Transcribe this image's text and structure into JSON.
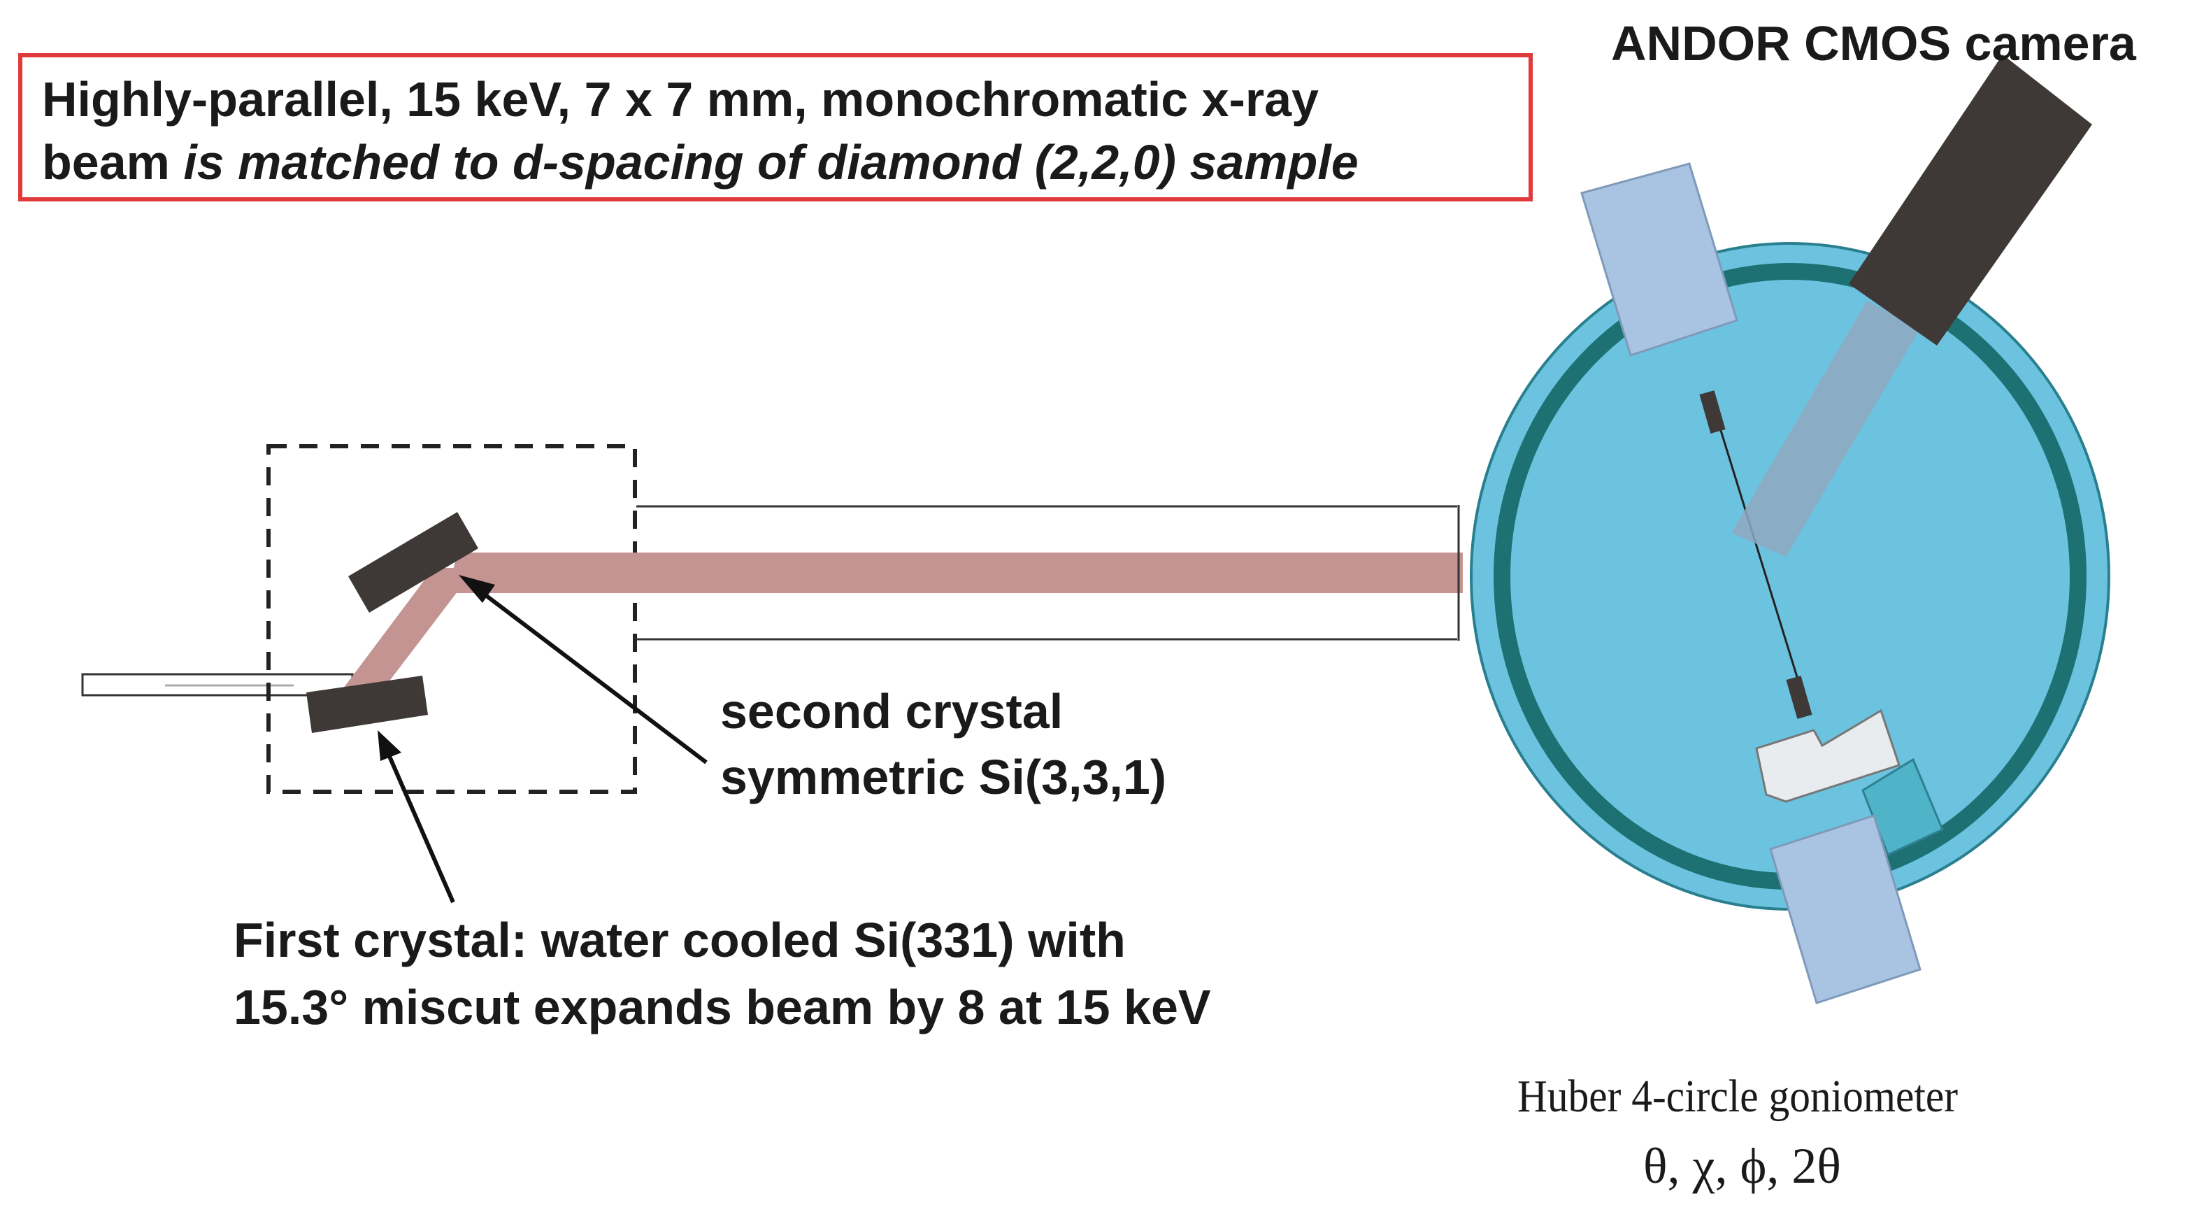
{
  "title": {
    "line1": "Highly-parallel, 15 keV, 7 x 7 mm, monochromatic x-ray",
    "line2_prefix": "beam ",
    "line2_italic": "is matched to d-spacing of diamond (2,2,0) sample"
  },
  "camera_label": "ANDOR CMOS camera",
  "second_crystal": {
    "line1": "second crystal",
    "line2": "symmetric Si(3,3,1)"
  },
  "first_crystal": {
    "line1": "First crystal: water cooled  Si(331) with",
    "line2": "15.3° miscut expands beam by 8 at 15 keV"
  },
  "goniometer": {
    "label": "Huber 4-circle goniometer",
    "angles": "θ,  χ,  ϕ,  2θ"
  },
  "colors": {
    "title_border": "#e03a3a",
    "beam": "#c39491",
    "crystal": "#3e3936",
    "goniometer_fill": "#6cc3e0",
    "goniometer_ring": "#1d7173",
    "detector_panel": "#a9c4e2",
    "camera": "#3e3936"
  }
}
